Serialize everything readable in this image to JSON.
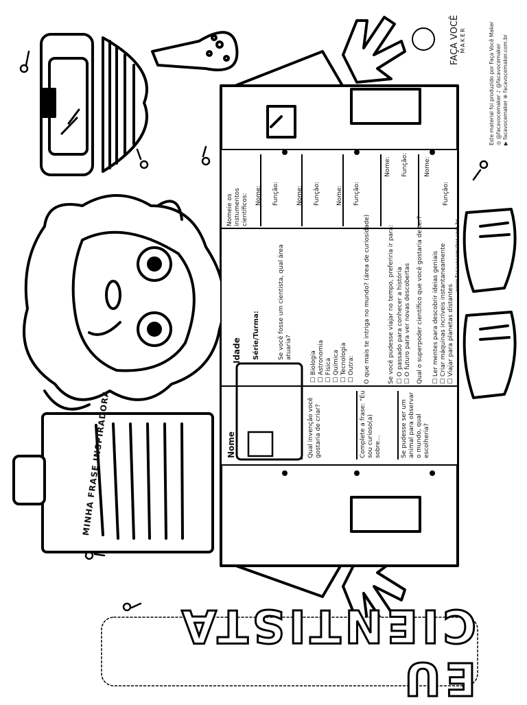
{
  "title_banner": "EU CIENTISTA",
  "clipboard_title": "MINHA FRASE INSPIRADORA",
  "brand": {
    "name": "FAÇA VOCÊ",
    "sub": "MAKER"
  },
  "credits": {
    "line1": "Este material foi produzido por Faça Você Maker",
    "instagram": "@facavocemaker",
    "tiktok": "@facavocemaker",
    "youtube": "facavocemaker",
    "site": "facavocemaker.com.br"
  },
  "instruments": {
    "prompt": "Nomeie os instumentos científicos:",
    "nome": "Nome:",
    "funcao": "Função:"
  },
  "form": {
    "nome": "Nome",
    "idade": "Idade",
    "serie": "Série/Turma:",
    "q_area": "Se você fosse um cientista, qual área atuaria?",
    "areas": [
      "Biologia",
      "Astronomia",
      "Física",
      "Química",
      "Tecnologia",
      "Outra:"
    ],
    "q_intriga": "O que mais te intriga no mundo? (área de curiosidade)",
    "q_viajar": "Se você pudesse viajar no tempo, preferiria ir para:",
    "viajar_opts": [
      "O passado para conhecer a história",
      "O futuro para ver novas descobertas"
    ],
    "q_superpoder": "Qual o superpoder científico que você gostaria de ter?",
    "superpoder_opts": [
      "Ler mentes para descobrir ideias geniais",
      "Criar máquinas incríveis instantaneamente",
      "Viajar para planetas distantes"
    ],
    "q_invencao": "Qual invenção você gostaria de criar?",
    "q_frase": "Complete a frase: \"Eu sou curioso(a) sobre...",
    "q_animal": "Se pudesse ser um animal para observar o mundo, qual escolheria?",
    "site": "www.facavocemaker.com.br"
  }
}
